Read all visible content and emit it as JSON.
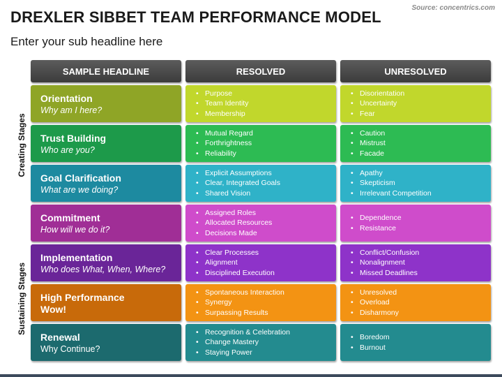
{
  "source": "Source: concentrics.com",
  "title": "DREXLER SIBBET TEAM PERFORMANCE MODEL",
  "subtitle": "Enter your sub headline here",
  "side_labels": {
    "creating": "Creating Stages",
    "sustaining": "Sustaining Stages"
  },
  "headers": {
    "col1": "SAMPLE HEADLINE",
    "col2": "RESOLVED",
    "col3": "UNRESOLVED"
  },
  "rows": [
    {
      "title": "Orientation",
      "question": "Why am I here?",
      "color_dark": "#8fa526",
      "color_light": "#c1d72c",
      "resolved": [
        "Purpose",
        "Team Identity",
        "Membership"
      ],
      "unresolved": [
        "Disorientation",
        "Uncertainty",
        "Fear"
      ]
    },
    {
      "title": "Trust Building",
      "question": "Who are you?",
      "color_dark": "#1d9a4a",
      "color_light": "#2dbb53",
      "resolved": [
        "Mutual Regard",
        "Forthrightness",
        "Reliability"
      ],
      "unresolved": [
        "Caution",
        "Mistrust",
        "Facade"
      ]
    },
    {
      "title": "Goal Clarification",
      "question": "What are we doing?",
      "color_dark": "#1d8aa0",
      "color_light": "#2fb2c8",
      "resolved": [
        "Explicit Assumptions",
        "Clear, Integrated Goals",
        "Shared Vision"
      ],
      "unresolved": [
        "Apathy",
        "Skepticism",
        "Irrelevant Competition"
      ]
    },
    {
      "title": "Commitment",
      "question": "How will we do it?",
      "color_dark": "#a02e96",
      "color_light": "#cf4ccb",
      "resolved": [
        "Assigned Roles",
        "Allocated Resources",
        "Decisions Made"
      ],
      "unresolved": [
        "Dependence",
        "Resistance"
      ]
    },
    {
      "title": "Implementation",
      "question": "Who does What, When, Where?",
      "color_dark": "#6a2598",
      "color_light": "#8e33c9",
      "resolved": [
        "Clear Processes",
        "Alignment",
        "Disciplined Execution"
      ],
      "unresolved": [
        "Conflict/Confusion",
        "Nonalignment",
        "Missed Deadlines"
      ]
    },
    {
      "title": "High Performance",
      "question": "Wow!",
      "color_dark": "#c86a0a",
      "color_light": "#f39313",
      "resolved": [
        "Spontaneous Interaction",
        "Synergy",
        "Surpassing Results"
      ],
      "unresolved": [
        "Unresolved",
        "Overload",
        "Disharmony"
      ]
    },
    {
      "title": "Renewal",
      "question": "Why Continue?",
      "color_dark": "#1c6a6e",
      "color_light": "#238b8f",
      "resolved": [
        "Recognition & Celebration",
        "Change Mastery",
        "Staying Power"
      ],
      "unresolved": [
        "Boredom",
        "Burnout"
      ]
    }
  ]
}
